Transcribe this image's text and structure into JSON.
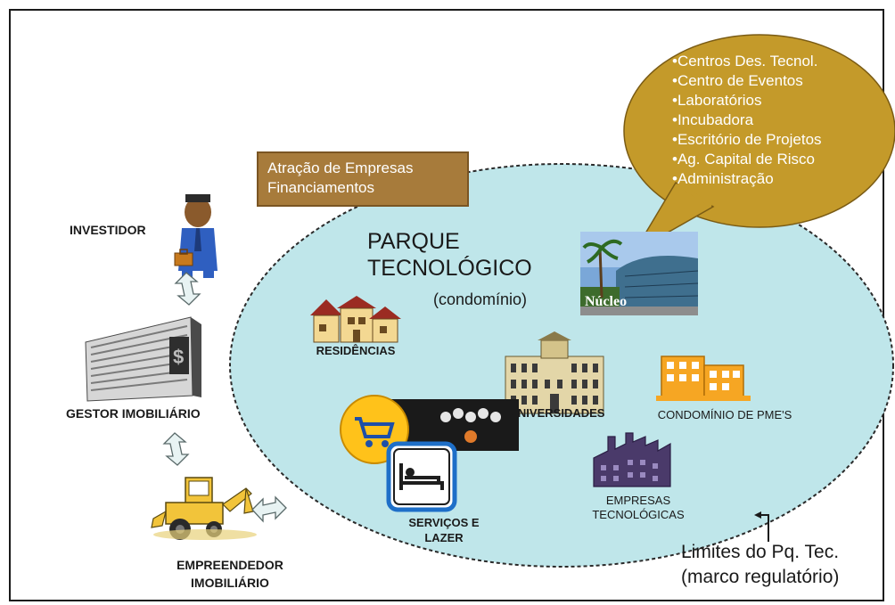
{
  "left_chain": {
    "investor_label": "INVESTIDOR",
    "manager_label": "GESTOR IMOBILIÁRIO",
    "developer_label_line1": "EMPREENDEDOR",
    "developer_label_line2": "IMOBILIÁRIO"
  },
  "attraction_box": {
    "line1": "Atração de Empresas",
    "line2": "Financiamentos"
  },
  "bubble": {
    "items": [
      "Centros Des. Tecnol.",
      "Centro de Eventos",
      "Laboratórios",
      "Incubadora",
      "Escritório de Projetos",
      "Ag. Capital de Risco",
      "Administração"
    ]
  },
  "park": {
    "title_line1": "PARQUE",
    "title_line2": "TECNOLÓGICO",
    "subtitle": "(condomínio)",
    "nucleus_label": "Núcleo",
    "residences_label": "RESIDÊNCIAS",
    "universities_label": "UNIVERSIDADES",
    "sme_label": "CONDOMÍNIO DE PME'S",
    "services_line1": "SERVIÇOS E",
    "services_line2": "LAZER",
    "tech_companies_line1": "EMPRESAS",
    "tech_companies_line2": "TECNOLÓGICAS"
  },
  "limits": {
    "line1": "Limites do Pq. Tec.",
    "line2": "(marco regulatório)"
  },
  "colors": {
    "ellipse_fill": "#bfe6ea",
    "bubble_fill": "#c49a2a",
    "box_fill": "#a77b3b"
  }
}
